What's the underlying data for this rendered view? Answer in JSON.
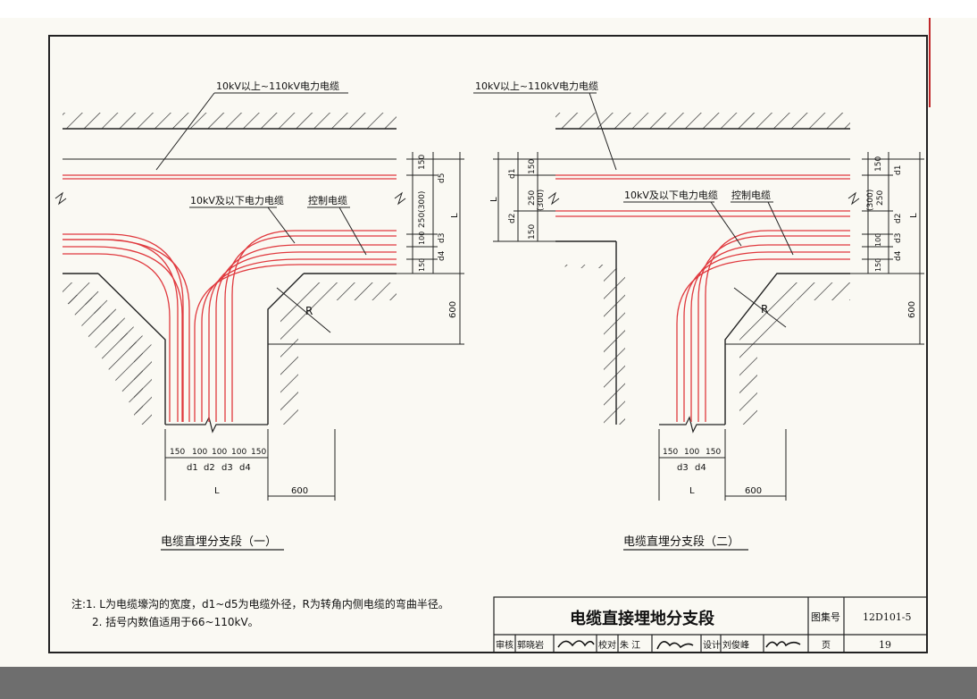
{
  "left_drawing": {
    "hv_cable_label": "10kV以上~110kV电力电缆",
    "lv_cable_label": "10kV及以下电力电缆",
    "control_cable_label": "控制电缆",
    "radius_label": "R",
    "right_dims": [
      "150",
      "d5",
      "250(300)",
      "100",
      "d3",
      "150",
      "d4",
      "L",
      "600"
    ],
    "bottom_dims": [
      "150",
      "100",
      "100",
      "100",
      "150"
    ],
    "bottom_labels": [
      "d1",
      "d2",
      "d3",
      "d4"
    ],
    "bottom_L": "L",
    "bottom_600": "600",
    "caption": "电缆直埋分支段（一）"
  },
  "right_drawing": {
    "hv_cable_label": "10kV以上~110kV电力电缆",
    "lv_cable_label": "10kV及以下电力电缆",
    "control_cable_label": "控制电缆",
    "radius_label": "R",
    "left_dims": [
      "L",
      "d1",
      "150",
      "250",
      "(300)",
      "d2",
      "150"
    ],
    "right_dims": [
      "150",
      "d1",
      "(300)",
      "250",
      "d2",
      "100",
      "d3",
      "150",
      "d4",
      "L",
      "600"
    ],
    "bottom_dims": [
      "150",
      "100",
      "150"
    ],
    "bottom_labels": [
      "d3",
      "d4"
    ],
    "bottom_L": "L",
    "bottom_600": "600",
    "caption": "电缆直埋分支段（二）"
  },
  "notes": {
    "line1": "注:1. L为电缆壕沟的宽度，d1~d5为电缆外径，R为转角内侧电缆的弯曲半径。",
    "line2": "2. 括号内数值适用于66~110kV。"
  },
  "title_block": {
    "title": "电缆直接埋地分支段",
    "atlas_label": "图集号",
    "atlas_no": "12D101-5",
    "review_label": "审核",
    "reviewer": "郭晓岩",
    "check_label": "校对",
    "checker": "朱 江",
    "design_label": "设计",
    "designer": "刘俊峰",
    "page_label": "页",
    "page_no": "19"
  },
  "colors": {
    "paper": "#faf9f3",
    "line": "#222222",
    "cable": "#e0393e",
    "hatch": "#333333"
  }
}
